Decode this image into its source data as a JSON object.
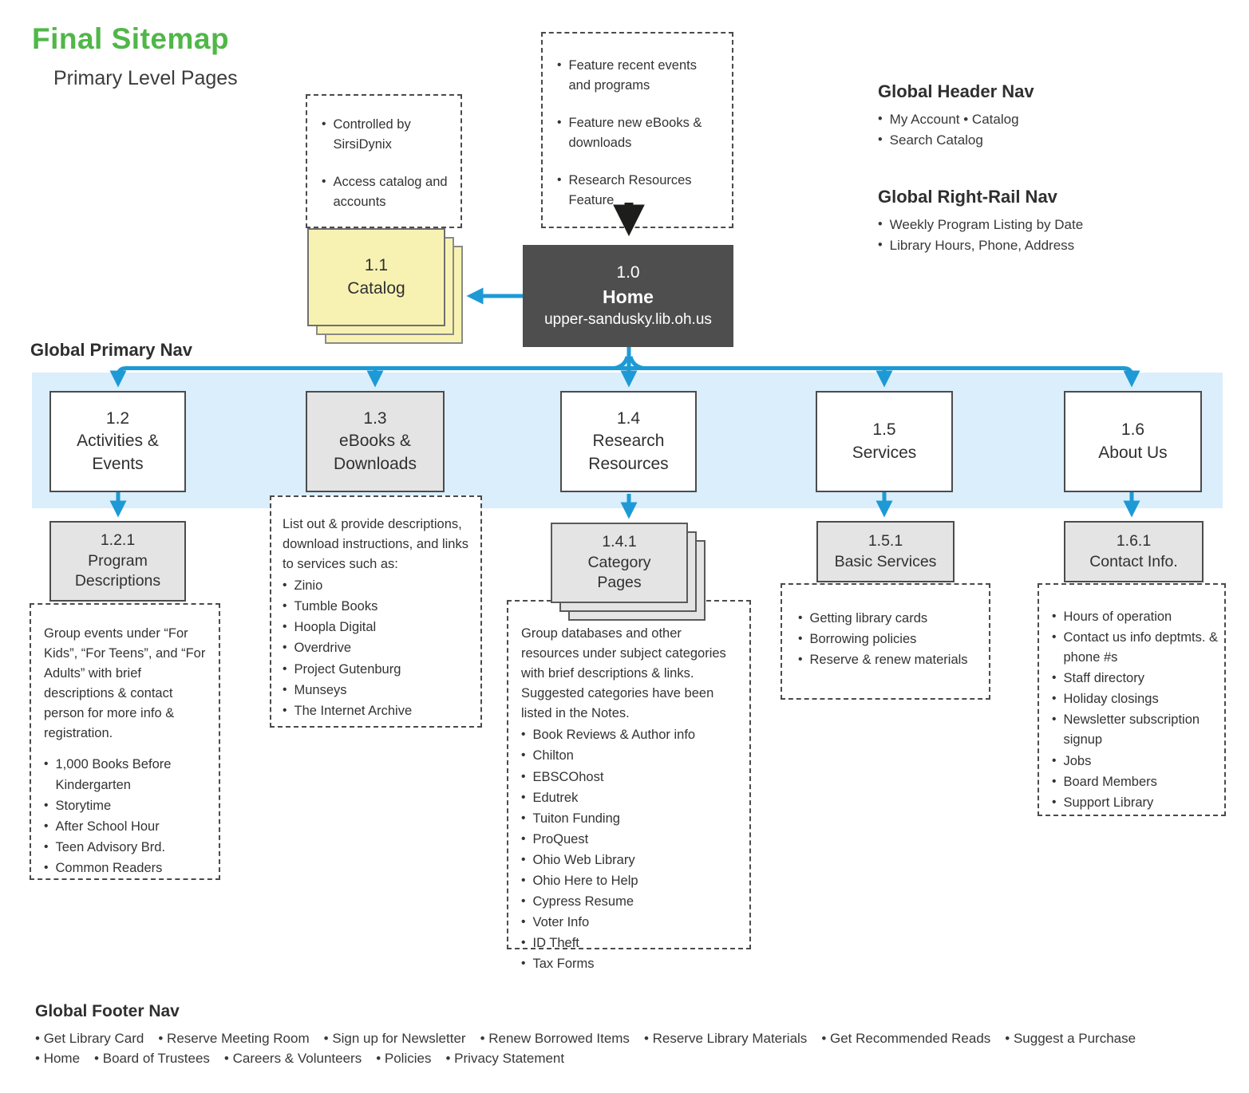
{
  "page": {
    "title": "Final Sitemap",
    "subtitle": "Primary Level Pages"
  },
  "colors": {
    "accent_green": "#50b748",
    "accent_blue": "#1d9ad6",
    "band_blue": "#daeefb",
    "dark_box": "#4e4e4e",
    "gray_box": "#e4e4e4",
    "yellow_box": "#f8f2b2"
  },
  "header_nav": {
    "title": "Global Header Nav",
    "items": [
      "My Account • Catalog",
      "Search Catalog"
    ]
  },
  "right_rail_nav": {
    "title": "Global Right-Rail Nav",
    "items": [
      "Weekly Program Listing by Date",
      "Library Hours, Phone, Address"
    ]
  },
  "primary_nav": {
    "label": "Global Primary Nav"
  },
  "nodes": {
    "home": {
      "id": "1.0",
      "label": "Home",
      "url": "upper-sandusky.lib.oh.us"
    },
    "catalog": {
      "id": "1.1",
      "label": "Catalog"
    },
    "activities": {
      "id": "1.2",
      "label": "Activities & Events"
    },
    "ebooks": {
      "id": "1.3",
      "label": "eBooks & Downloads"
    },
    "research": {
      "id": "1.4",
      "label": "Research Resources"
    },
    "services": {
      "id": "1.5",
      "label": "Services"
    },
    "about": {
      "id": "1.6",
      "label": "About Us"
    },
    "program_descriptions": {
      "id": "1.2.1",
      "label": "Program Descriptions"
    },
    "category_pages": {
      "id": "1.4.1",
      "label": "Category Pages"
    },
    "basic_services": {
      "id": "1.5.1",
      "label": "Basic Services"
    },
    "contact_info": {
      "id": "1.6.1",
      "label": "Contact Info."
    }
  },
  "notes": {
    "catalog_note": {
      "items": [
        "Controlled by SirsiDynix",
        "Access catalog and accounts"
      ]
    },
    "home_features": {
      "items": [
        "Feature recent events and programs",
        "Feature new eBooks & downloads",
        "Research Resources Feature"
      ]
    },
    "program_descriptions": {
      "paragraph": "Group events under “For Kids”, “For Teens”, and “For Adults” with brief descriptions & contact person for more info & registration.",
      "items": [
        "1,000 Books Before Kindergarten",
        "Storytime",
        "After School Hour",
        "Teen Advisory Brd.",
        "Common Readers"
      ]
    },
    "ebooks_note": {
      "paragraph": "List out & provide descriptions, download instructions, and links to services such as:",
      "items": [
        "Zinio",
        "Tumble Books",
        "Hoopla Digital",
        "Overdrive",
        "Project Gutenburg",
        "Munseys",
        "The Internet Archive"
      ]
    },
    "category_pages": {
      "paragraph": "Group databases and other resources under subject categories with brief descriptions & links. Suggested categories have been listed in the Notes.",
      "items": [
        "Book Reviews & Author info",
        "Chilton",
        "EBSCOhost",
        "Edutrek",
        "Tuiton Funding",
        "ProQuest",
        "Ohio Web Library",
        "Ohio Here to Help",
        "Cypress Resume",
        "Voter Info",
        "ID Theft",
        "Tax Forms"
      ]
    },
    "basic_services": {
      "items": [
        "Getting library cards",
        "Borrowing policies",
        "Reserve & renew materials"
      ]
    },
    "contact_info": {
      "items": [
        "Hours of operation",
        "Contact us info deptmts. & phone #s",
        "Staff directory",
        "Holiday closings",
        "Newsletter subscription signup",
        "Jobs",
        "Board Members",
        "Support Library"
      ]
    }
  },
  "footer": {
    "title": "Global Footer Nav",
    "row1": [
      "Get Library Card",
      "Reserve Meeting Room",
      "Sign up for Newsletter",
      "Renew Borrowed Items",
      "Reserve Library Materials",
      "Get Recommended Reads",
      "Suggest a Purchase"
    ],
    "row2": [
      "Home",
      "Board of Trustees",
      "Careers & Volunteers",
      "Policies",
      "Privacy Statement"
    ]
  }
}
